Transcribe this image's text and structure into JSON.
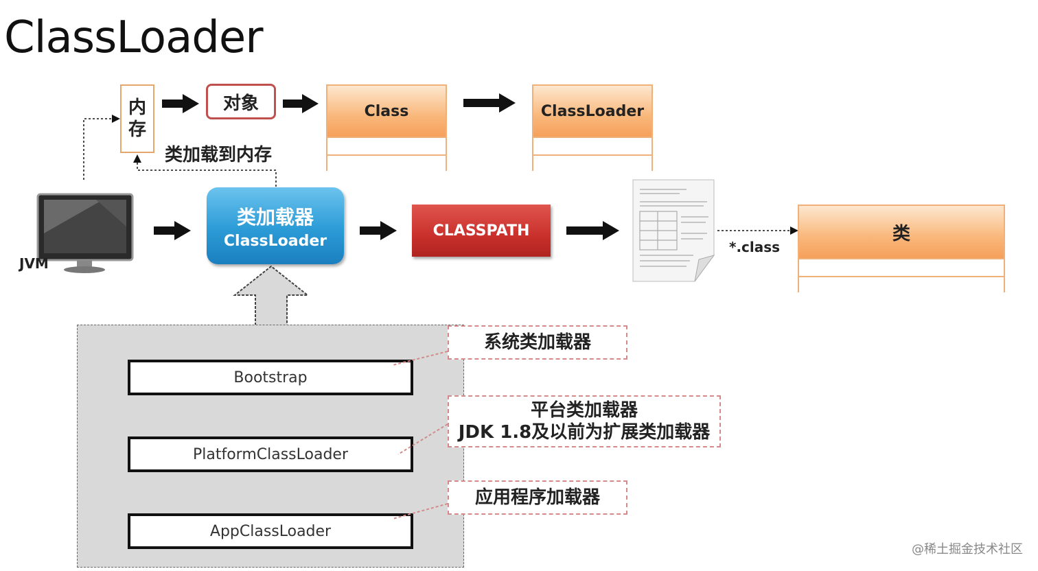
{
  "title": "ClassLoader",
  "memory": {
    "line1": "内",
    "line2": "存"
  },
  "object_label": "对象",
  "class_box": {
    "label": "Class"
  },
  "classloader_box": {
    "label": "ClassLoader"
  },
  "load_to_memory_label": "类加载到内存",
  "jvm_label": "JVM",
  "class_loader": {
    "line1": "类加载器",
    "line2": "ClassLoader"
  },
  "classpath_label": "CLASSPATH",
  "class_file_label": "*.class",
  "class_target_box": {
    "label": "类"
  },
  "loaders": [
    {
      "name": "Bootstrap",
      "callout": [
        "系统类加载器"
      ]
    },
    {
      "name": "PlatformClassLoader",
      "callout": [
        "平台类加载器",
        "JDK 1.8及以前为扩展类加载器"
      ]
    },
    {
      "name": "AppClassLoader",
      "callout": [
        "应用程序加载器"
      ]
    }
  ],
  "watermark": "@稀土掘金技术社区",
  "colors": {
    "uml_orange": "#f9b77a",
    "loader_blue": "#2b9bd6",
    "classpath_red": "#c9302c",
    "object_border": "#c0504d"
  }
}
